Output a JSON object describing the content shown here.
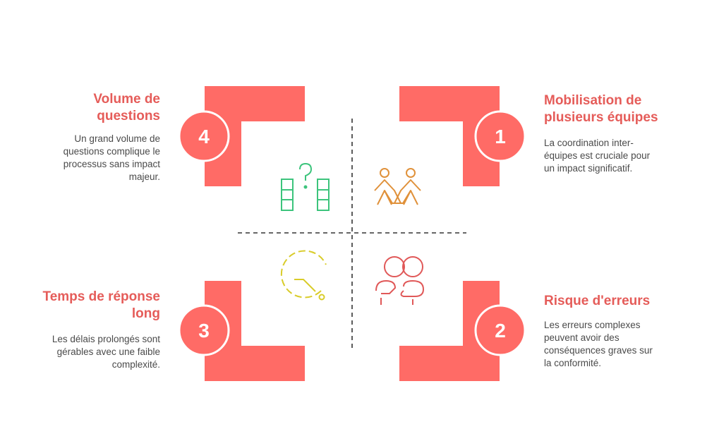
{
  "quadrants": {
    "q1": {
      "number": "1",
      "title_line1": "Mobilisation de",
      "title_line2": "plusieurs équipes",
      "desc_line1": "La coordination inter-",
      "desc_line2": "équipes est cruciale pour",
      "desc_line3": "un impact significatif.",
      "icon": "people-icon"
    },
    "q2": {
      "number": "2",
      "title_line1": "Risque d'erreurs",
      "desc_line1": "Les erreurs complexes",
      "desc_line2": "peuvent avoir des",
      "desc_line3": "conséquences graves sur",
      "desc_line4": "la conformité.",
      "icon": "team-meeting-icon"
    },
    "q3": {
      "number": "3",
      "title_line1": "Temps de réponse",
      "title_line2": "long",
      "desc_line1": "Les délais prolongés sont",
      "desc_line2": "gérables avec une faible",
      "desc_line3": "complexité.",
      "icon": "timer-icon"
    },
    "q4": {
      "number": "4",
      "title_line1": "Volume de",
      "title_line2": "questions",
      "desc_line1": "Un grand volume de",
      "desc_line2": "questions complique le",
      "desc_line3": "processus sans impact",
      "desc_line4": "majeur.",
      "icon": "question-blocks-icon"
    }
  },
  "colors": {
    "accent": "#ff6b66",
    "title": "#e55c59",
    "text": "#4a4a4a",
    "icon_green": "#3cc47c",
    "icon_orange": "#e0913a",
    "icon_yellow": "#d9cc2a",
    "icon_red": "#e05858",
    "axis": "#333333"
  }
}
